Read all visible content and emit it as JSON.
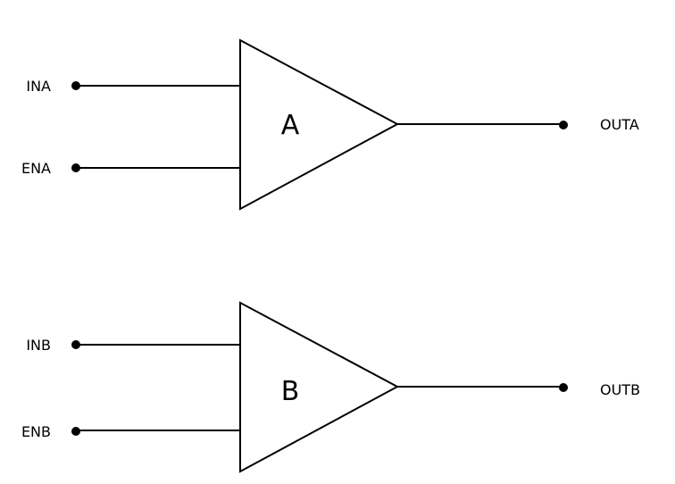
{
  "colors": {
    "line": "#000000",
    "background": "#ffffff"
  },
  "amplifiers": [
    {
      "label": "A",
      "inputs": [
        {
          "label": "INA"
        },
        {
          "label": "ENA"
        }
      ],
      "output": {
        "label": "OUTA"
      }
    },
    {
      "label": "B",
      "inputs": [
        {
          "label": "INB"
        },
        {
          "label": "ENB"
        }
      ],
      "output": {
        "label": "OUTB"
      }
    }
  ]
}
